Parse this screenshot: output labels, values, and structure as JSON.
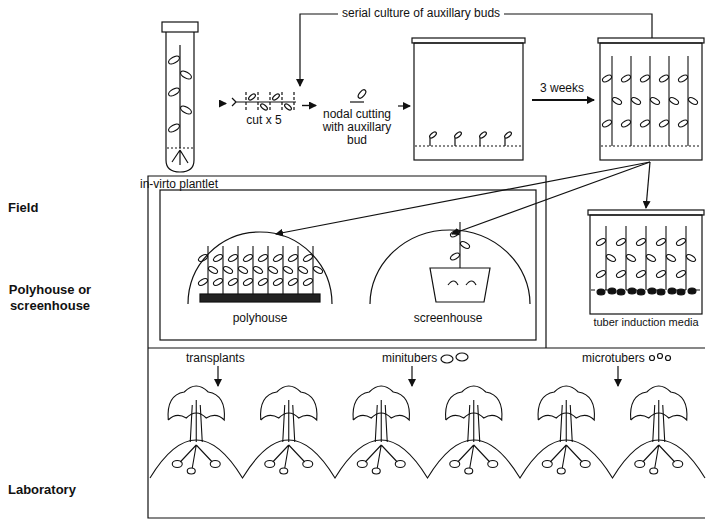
{
  "diagram": {
    "nodes": [
      {
        "text": [
          "in-virto plantlet"
        ]
      },
      {
        "text": [
          "cut x 5"
        ]
      },
      {
        "text": [
          "nodal cutting with auxillary bud"
        ]
      },
      {
        "text": [
          "polyhouse"
        ]
      },
      {
        "text": [
          "screenhouse"
        ]
      },
      {
        "text": [
          "tuber induction media"
        ]
      }
    ],
    "edges": [
      {
        "from": 0,
        "to": 1,
        "arrow": "to"
      },
      {
        "from": 1,
        "to": 2,
        "arrow": "to"
      }
    ],
    "labels": [
      "serial culture of auxillary buds",
      "3 weeks",
      "Field",
      "Polyhouse or screenhouse",
      "Laboratory",
      "transplants",
      "minitubers",
      "microtubers"
    ]
  }
}
